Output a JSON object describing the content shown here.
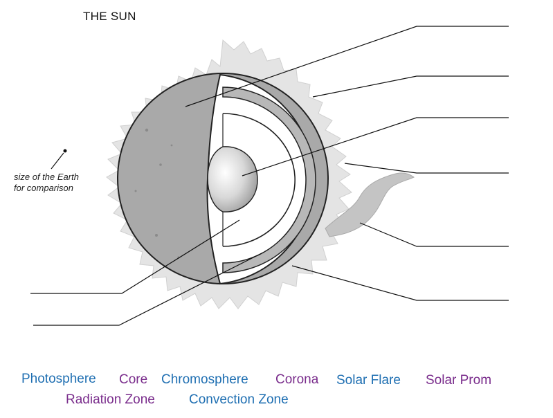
{
  "title": "THE SUN",
  "earth_note": {
    "line1": "size of the Earth",
    "line2": "for comparison"
  },
  "word_bank": {
    "photosphere": "Photosphere",
    "core": "Core",
    "chromosphere": "Chromosphere",
    "corona": "Corona",
    "solar_flare": "Solar Flare",
    "solar_prom": "Solar Prom",
    "radiation_zone": "Radiation Zone",
    "convection_zone": "Convection Zone"
  },
  "colors": {
    "blue_term": "#1f6fb2",
    "purple_term": "#7a2d8c",
    "surface_gray": "#a9a9a9",
    "corona_gray": "#e3e3e3"
  }
}
